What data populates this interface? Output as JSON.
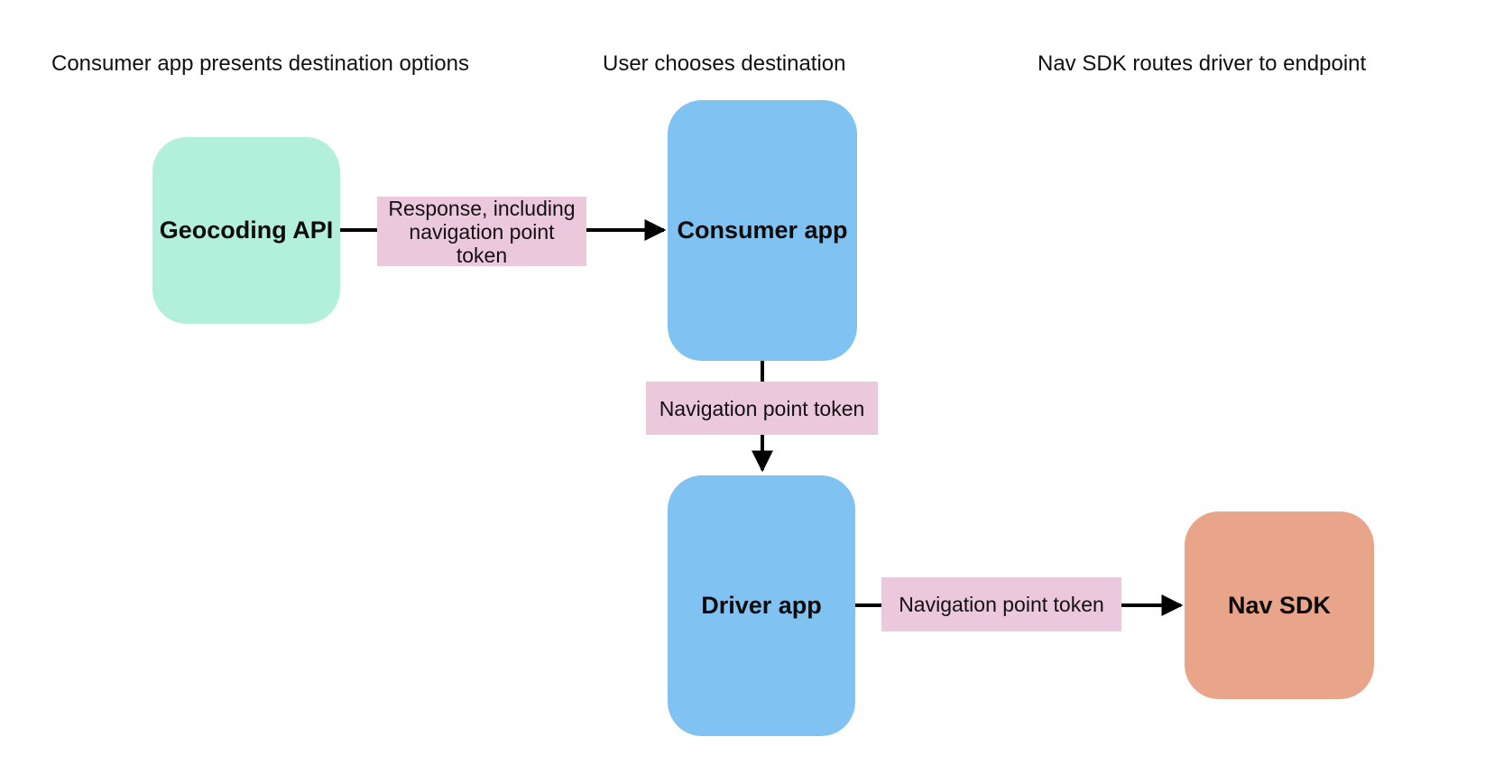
{
  "lanes": [
    {
      "label": "Consumer app presents destination options"
    },
    {
      "label": "User chooses destination"
    },
    {
      "label": "Nav SDK routes driver to endpoint"
    }
  ],
  "nodes": {
    "geocoding_api": {
      "label": "Geocoding API",
      "fill": "#b3f0db"
    },
    "consumer_app": {
      "label": "Consumer app",
      "fill": "#80c3f2"
    },
    "driver_app": {
      "label": "Driver app",
      "fill": "#80c3f2"
    },
    "nav_sdk": {
      "label": "Nav SDK",
      "fill": "#e9a58a"
    }
  },
  "edges": {
    "geocoding_to_consumer": {
      "label": "Response, including\nnavigation point\ntoken",
      "fill": "#ecc8dd"
    },
    "consumer_to_driver": {
      "label": "Navigation point token",
      "fill": "#ecc8dd"
    },
    "driver_to_nav_sdk": {
      "label": "Navigation point token",
      "fill": "#ecc8dd"
    }
  },
  "colors": {
    "arrow": "#000000",
    "background": "#ffffff",
    "text": "#111111"
  }
}
